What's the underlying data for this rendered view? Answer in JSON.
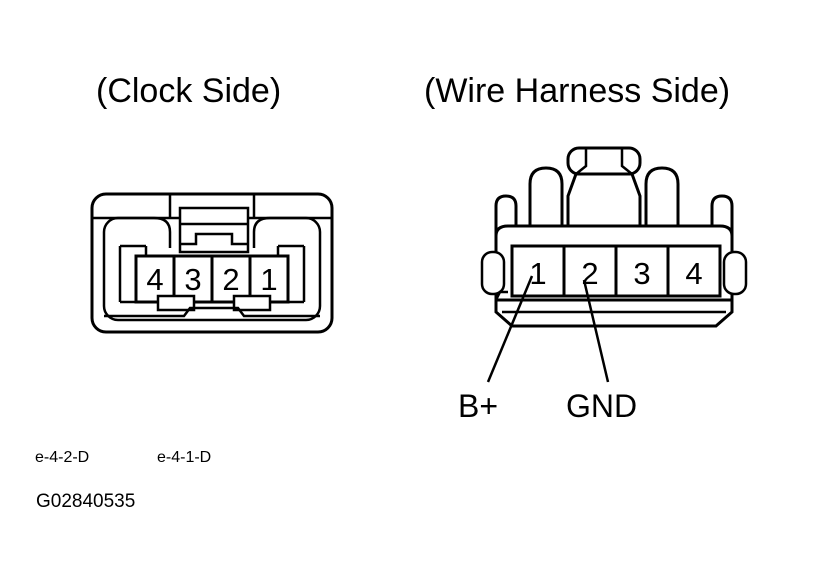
{
  "page": {
    "background_color": "#ffffff",
    "line_color": "#000000",
    "figure_id": "G02840535"
  },
  "headings": {
    "left": "(Clock Side)",
    "right": "(Wire Harness Side)"
  },
  "connectors": [
    {
      "id": "clock-side-connector",
      "side": "left",
      "heading": "(Clock Side)",
      "pin_order": "right-to-left",
      "pins": [
        {
          "number": "4"
        },
        {
          "number": "3"
        },
        {
          "number": "2"
        },
        {
          "number": "1"
        }
      ]
    },
    {
      "id": "wire-harness-side-connector",
      "side": "right",
      "heading": "(Wire Harness Side)",
      "pin_order": "left-to-right",
      "pins": [
        {
          "number": "1",
          "signal": "B+"
        },
        {
          "number": "2",
          "signal": "GND"
        },
        {
          "number": "3",
          "signal": ""
        },
        {
          "number": "4",
          "signal": ""
        }
      ]
    }
  ],
  "callouts": [
    {
      "label": "B+",
      "pin": "1"
    },
    {
      "label": "GND",
      "pin": "2"
    }
  ],
  "footnotes": {
    "code_left": "e-4-2-D",
    "code_right": "e-4-1-D",
    "figure_id": "G02840535"
  }
}
